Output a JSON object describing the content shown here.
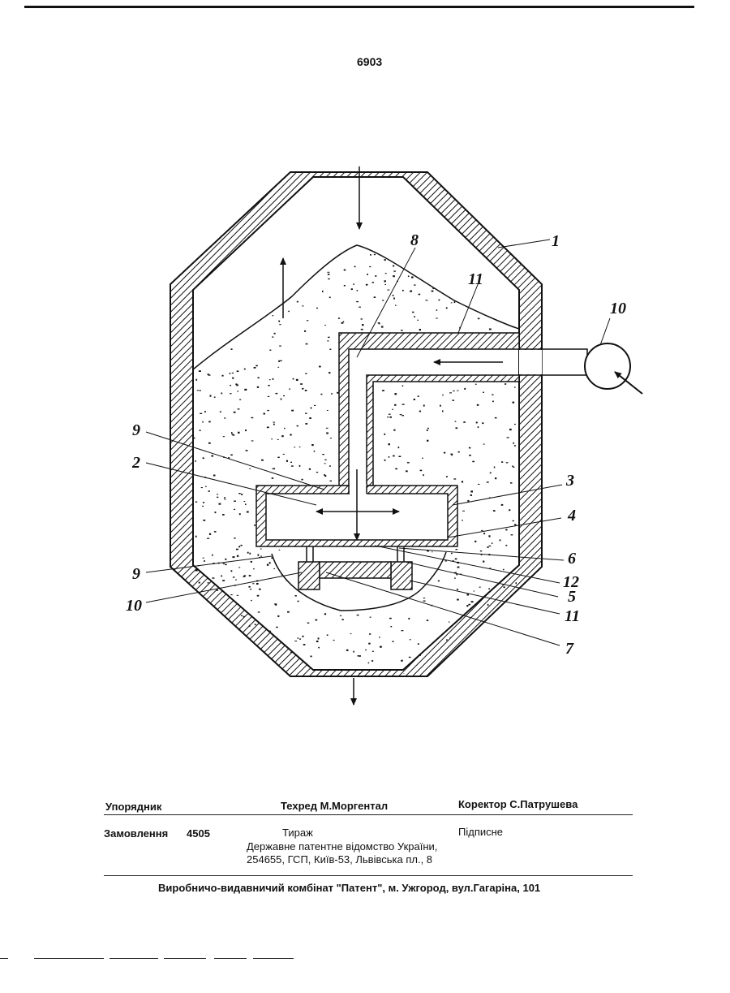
{
  "page_number": "6903",
  "figure": {
    "labels": {
      "l1": "1",
      "l2": "2",
      "l3": "3",
      "l4": "4",
      "l5": "5",
      "l6": "6",
      "l7": "7",
      "l8": "8",
      "l9a": "9",
      "l9b": "9",
      "l10a": "10",
      "l10b": "10",
      "l11a": "11",
      "l11b": "11",
      "l12": "12"
    }
  },
  "footer": {
    "compiler_label": "Упорядник",
    "techred": "Техред М.Моргентал",
    "corrector": "Коректор С.Патрушева",
    "order_label": "Замовлення",
    "order_number": "4505",
    "circulation_label": "Тираж",
    "subscription_label": "Підписне",
    "office_line1": "Державне патентне відомство України,",
    "office_line2": "254655, ГСП, Київ-53, Львівська пл., 8",
    "printer": "Виробничо-видавничий комбінат \"Патент\", м. Ужгород, вул.Гагаріна, 101"
  }
}
